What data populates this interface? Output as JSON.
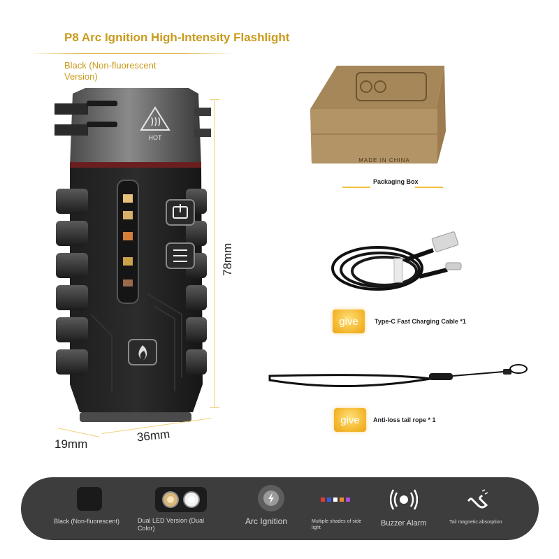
{
  "header": {
    "title": "P8 Arc Ignition High-Intensity Flashlight",
    "subtitle": "Black (Non-fluorescent Version)"
  },
  "product": {
    "hot_label": "HOT"
  },
  "dimensions": {
    "height": "78mm",
    "depth": "19mm",
    "width": "36mm"
  },
  "accessories": {
    "box_print": "MADE IN CHINA",
    "packaging_caption": "Packaging Box",
    "give_label": "give",
    "cable_caption": "Type-C Fast Charging Cable *1",
    "rope_caption": "Anti-loss tail rope * 1"
  },
  "features": [
    {
      "label": "Black (Non-fluorescent)",
      "icon": "black-swatch-icon"
    },
    {
      "label": "Dual LED Version (Dual Color)",
      "icon": "dual-led-icon"
    },
    {
      "label": "Arc Ignition",
      "icon": "arc-ignition-icon"
    },
    {
      "label": "Multiple shades of side light",
      "icon": "color-dots-icon"
    },
    {
      "label": "Buzzer Alarm",
      "icon": "buzzer-alarm-icon"
    },
    {
      "label": "Tail magnetic absorption",
      "icon": "magnet-icon"
    }
  ],
  "colors": {
    "accent_gold": "#c99a1c",
    "give_badge": "#f3b52a",
    "feature_bar": "#3d3d3d",
    "side_light_dots": [
      "#e23b3b",
      "#3b5be2",
      "#ffffff",
      "#ef8a2b",
      "#b14be0"
    ]
  }
}
